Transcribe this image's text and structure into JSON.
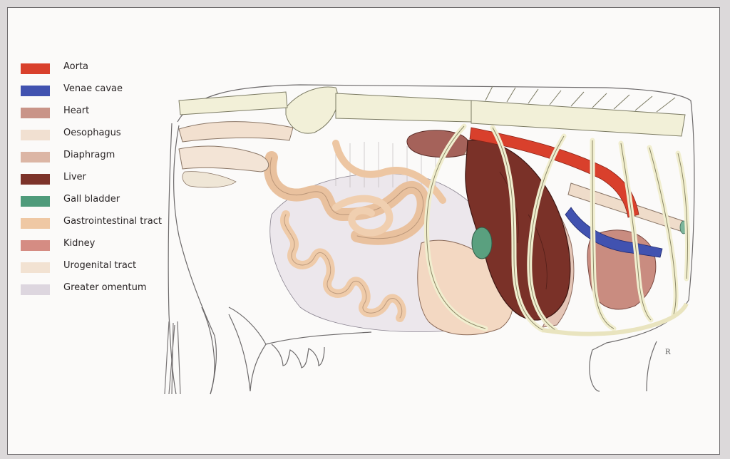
{
  "legend": [
    {
      "label": "Aorta",
      "color": "#d9402c"
    },
    {
      "label": "Venae cavae",
      "color": "#4152b0"
    },
    {
      "label": "Heart",
      "color": "#c99488"
    },
    {
      "label": "Oesophagus",
      "color": "#f1e0d1"
    },
    {
      "label": "Diaphragm",
      "color": "#dcb6a5"
    },
    {
      "label": "Liver",
      "color": "#7d332a"
    },
    {
      "label": "Gall bladder",
      "color": "#4f9b7b"
    },
    {
      "label": "Gastrointestinal tract",
      "color": "#efc8a4"
    },
    {
      "label": "Kidney",
      "color": "#d58c83"
    },
    {
      "label": "Urogenital tract",
      "color": "#f2e2d2"
    },
    {
      "label": "Greater omentum",
      "color": "#ddd6df"
    }
  ],
  "signature_mark": "R"
}
